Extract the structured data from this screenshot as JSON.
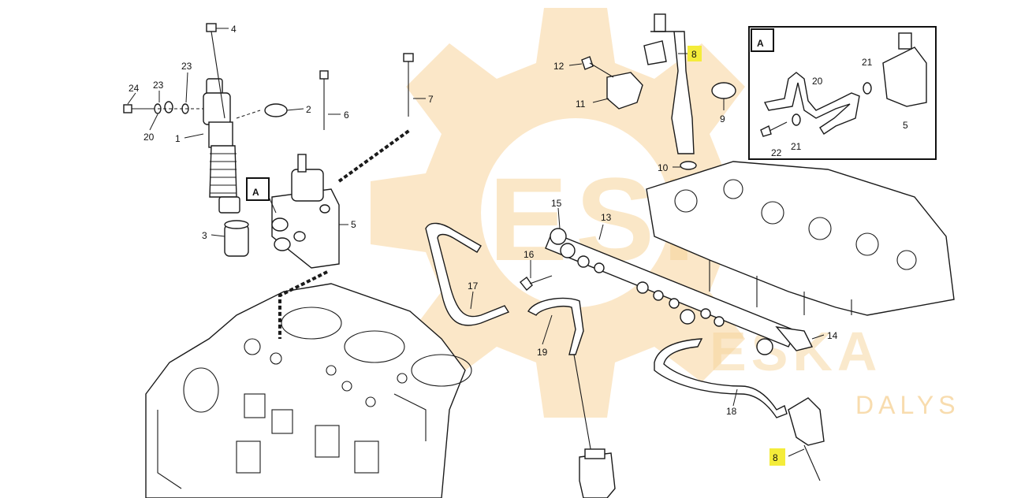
{
  "diagram": {
    "callouts": [
      "1",
      "2",
      "3",
      "4",
      "5",
      "6",
      "7",
      "8",
      "9",
      "10",
      "11",
      "12",
      "13",
      "14",
      "15",
      "16",
      "17",
      "18",
      "19",
      "20",
      "21",
      "22",
      "23",
      "24"
    ],
    "highlighted_callout": "8",
    "view_marker": "A"
  },
  "watermark": {
    "brand_lines": [
      "ESKA",
      "ESKA"
    ],
    "tagline": "DALYS",
    "color": "#f7d49a"
  },
  "colors": {
    "highlight": "#f4ec3a",
    "line": "#1a1a1a"
  }
}
